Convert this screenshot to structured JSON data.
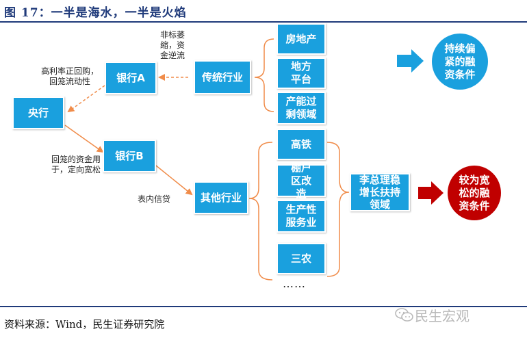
{
  "title": "图 17：一半是海水，一半是火焰",
  "source": "资料来源：Wind，民生证券研究院",
  "watermark": "民生宏观",
  "nodes": {
    "central_bank": "央行",
    "bank_a": "银行A",
    "bank_b": "银行B",
    "traditional": "传统行业",
    "other": "其他行业",
    "real_estate": "房地产",
    "local_platform": "地方平台",
    "overcapacity": "产能过剩领域",
    "railway": "高铁",
    "shanty": "棚户区改造",
    "producer_services": "生产性服务业",
    "agriculture": "三农",
    "policy": "李总理稳增长扶持领域"
  },
  "notes": {
    "nonstandard": "非标萎缩，资金逆流",
    "high_rate": "高利率正回购，回笼流动性",
    "recycled": "回笼的资金用于，定向宽松",
    "onbalance": "表内信贷",
    "ellipsis": "……"
  },
  "outcomes": {
    "tight": "持续偏紧的融资条件",
    "loose": "较为宽松的融资条件"
  },
  "colors": {
    "box": "#1aa0de",
    "title": "#1f3a7a",
    "tight_circle": "#1aa0de",
    "loose_circle": "#c00000",
    "connector": "#f08c4a",
    "tight_arrow": "#1aa0de",
    "loose_arrow": "#c00000"
  }
}
